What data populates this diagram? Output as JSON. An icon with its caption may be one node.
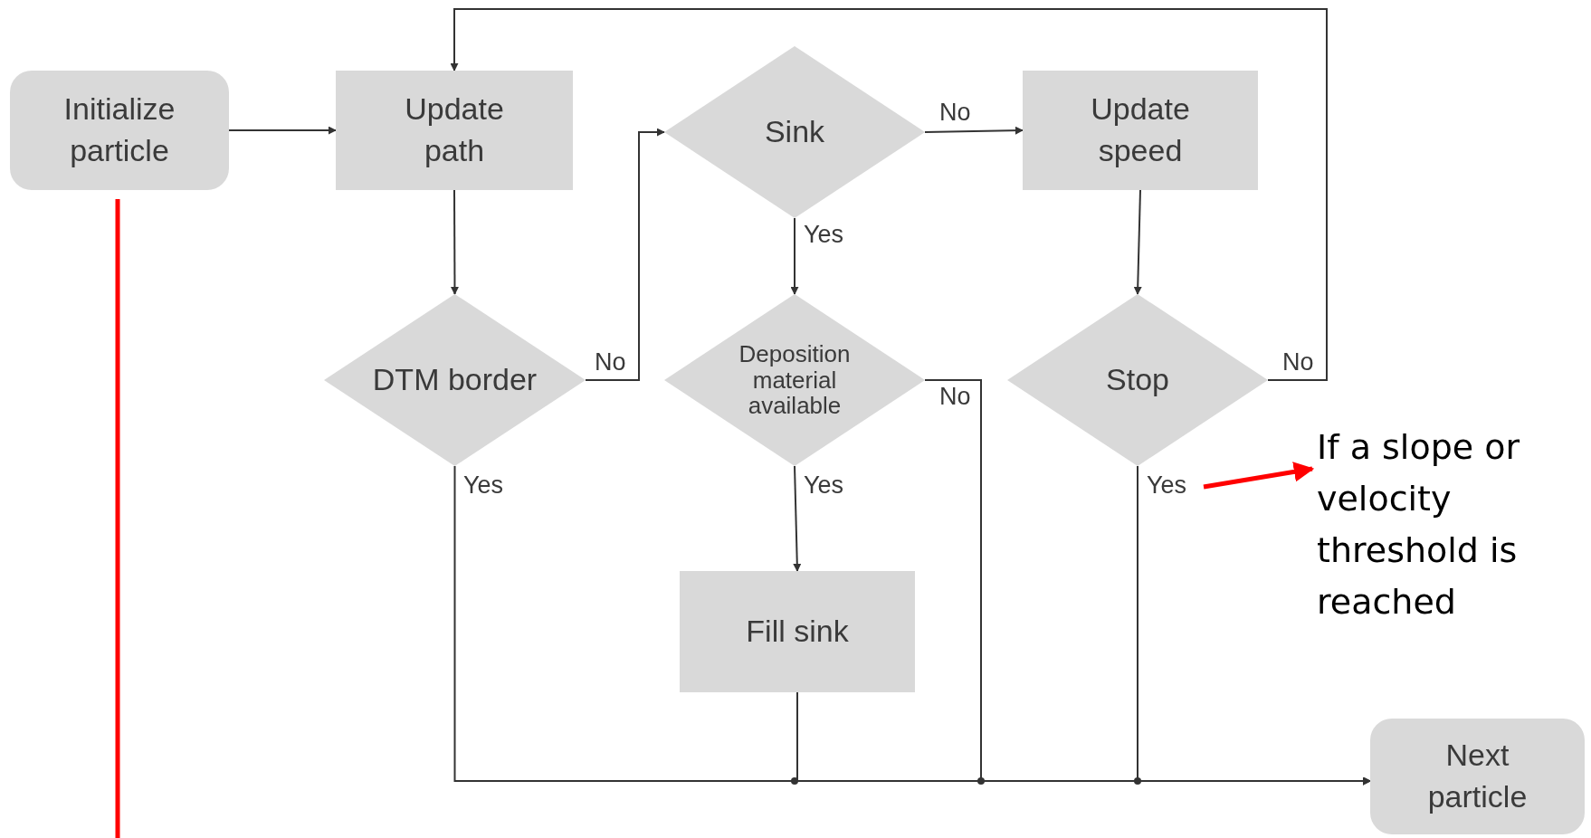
{
  "diagram": {
    "nodes": [
      {
        "text": [
          "Initialize particle"
        ]
      },
      {
        "text": [
          "Update path"
        ]
      },
      {
        "text": [
          "DTM border"
        ]
      },
      {
        "text": [
          "Sink"
        ]
      },
      {
        "text": [
          "Update speed"
        ]
      },
      {
        "text": [
          "Deposition material available"
        ]
      },
      {
        "text": [
          "Stop"
        ]
      },
      {
        "text": [
          "Fill sink"
        ]
      },
      {
        "text": [
          "Next particle"
        ]
      },
      {
        "text": [
          "If a slope or velocity threshold is reached"
        ]
      }
    ],
    "edges": [
      {
        "from": 0,
        "to": 1,
        "arrow": "to"
      },
      {
        "from": 1,
        "to": 2,
        "arrow": "to"
      },
      {
        "from": 2,
        "to": 3,
        "arrow": "to",
        "label": "No"
      },
      {
        "from": 3,
        "to": 4,
        "arrow": "to",
        "label": "No"
      },
      {
        "from": 3,
        "to": 5,
        "arrow": "to",
        "label": "Yes"
      },
      {
        "from": 4,
        "to": 6,
        "arrow": "to"
      },
      {
        "from": 6,
        "to": 1,
        "arrow": "to",
        "label": "No"
      },
      {
        "from": 5,
        "to": 7,
        "arrow": "to",
        "label": "Yes"
      },
      {
        "from": 5,
        "to": 8,
        "arrow": "to",
        "label": "No"
      },
      {
        "from": 2,
        "to": 8,
        "arrow": "to",
        "label": "Yes"
      },
      {
        "from": 7,
        "to": 8,
        "arrow": "to"
      },
      {
        "from": 6,
        "to": 8,
        "arrow": "to",
        "label": "Yes"
      },
      {
        "from": null,
        "to": 9,
        "arrow": "to",
        "style": "thick",
        "color": "#ff0000"
      },
      {
        "from": 0,
        "to": null,
        "arrow": "none",
        "style": "thick",
        "color": "#ff0000"
      }
    ]
  }
}
